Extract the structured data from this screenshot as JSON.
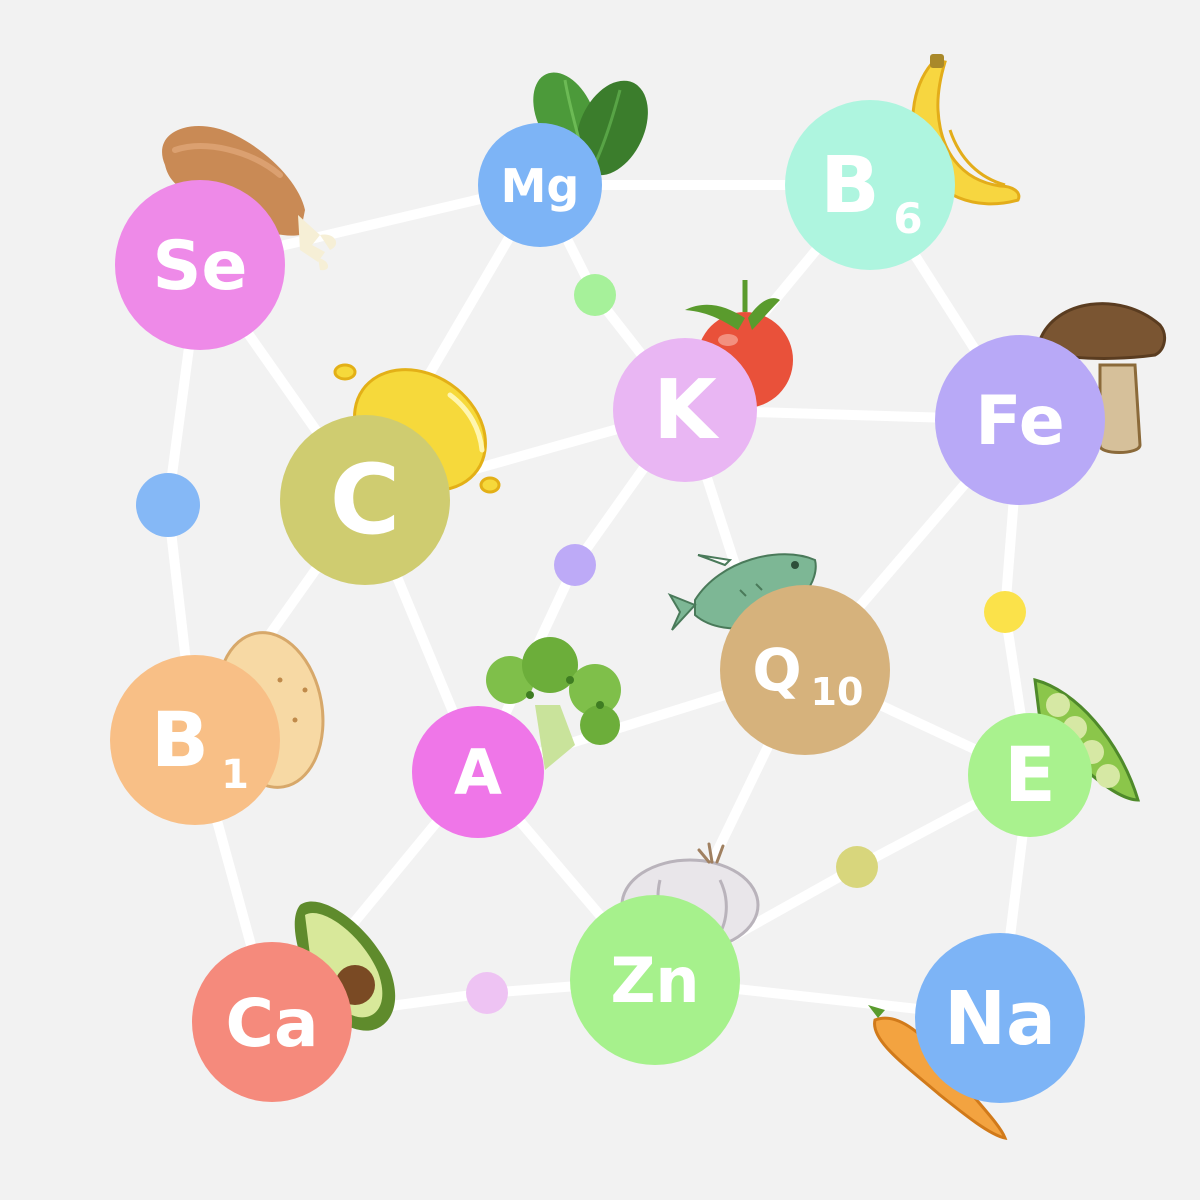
{
  "nutrients": [
    {
      "id": "se",
      "symbol": "Se",
      "sub": "",
      "color": "#ee8ae8",
      "food": "chicken-leg"
    },
    {
      "id": "mg",
      "symbol": "Mg",
      "sub": "",
      "color": "#7db4f6",
      "food": "spinach"
    },
    {
      "id": "b6",
      "symbol": "B",
      "sub": "6",
      "color": "#aef5df",
      "food": "banana"
    },
    {
      "id": "k",
      "symbol": "K",
      "sub": "",
      "color": "#e9b6f3",
      "food": "tomato"
    },
    {
      "id": "fe",
      "symbol": "Fe",
      "sub": "",
      "color": "#b8a9f7",
      "food": "mushroom"
    },
    {
      "id": "c",
      "symbol": "C",
      "sub": "",
      "color": "#cfcc70",
      "food": "lemon"
    },
    {
      "id": "q10",
      "symbol": "Q",
      "sub": "10",
      "color": "#d6b27c",
      "food": "fish"
    },
    {
      "id": "b1",
      "symbol": "B",
      "sub": "1",
      "color": "#f8bf86",
      "food": "potato"
    },
    {
      "id": "a",
      "symbol": "A",
      "sub": "",
      "color": "#ef76e8",
      "food": "broccoli"
    },
    {
      "id": "e",
      "symbol": "E",
      "sub": "",
      "color": "#a9f28e",
      "food": "peas"
    },
    {
      "id": "ca",
      "symbol": "Ca",
      "sub": "",
      "color": "#f58a7c",
      "food": "avocado"
    },
    {
      "id": "zn",
      "symbol": "Zn",
      "sub": "",
      "color": "#a6f18c",
      "food": "garlic"
    },
    {
      "id": "na",
      "symbol": "Na",
      "sub": "",
      "color": "#7db4f6",
      "food": "carrot"
    }
  ],
  "dot_colors": [
    "#a6f19a",
    "#85b8f6",
    "#bdaaf7",
    "#fbe24a",
    "#d8d67c",
    "#eec3f3"
  ],
  "line_color": "#ffffff"
}
